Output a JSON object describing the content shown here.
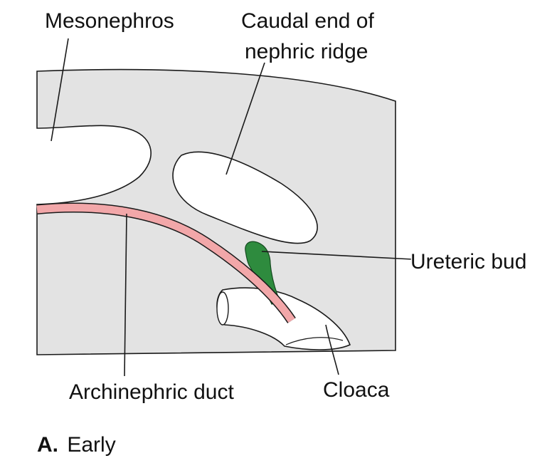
{
  "labels": {
    "mesonephros": "Mesonephros",
    "caudal_line1": "Caudal end of",
    "caudal_line2": "nephric ridge",
    "ureteric_bud": "Ureteric bud",
    "archinephric_duct": "Archinephric duct",
    "cloaca": "Cloaca"
  },
  "panel": {
    "letter": "A.",
    "stage": "Early"
  },
  "colors": {
    "tissue_fill": "#e3e3e3",
    "archinephric_duct": "#f2a7a9",
    "ureteric_bud": "#2e8b3e",
    "outline": "#1a1a1a"
  }
}
